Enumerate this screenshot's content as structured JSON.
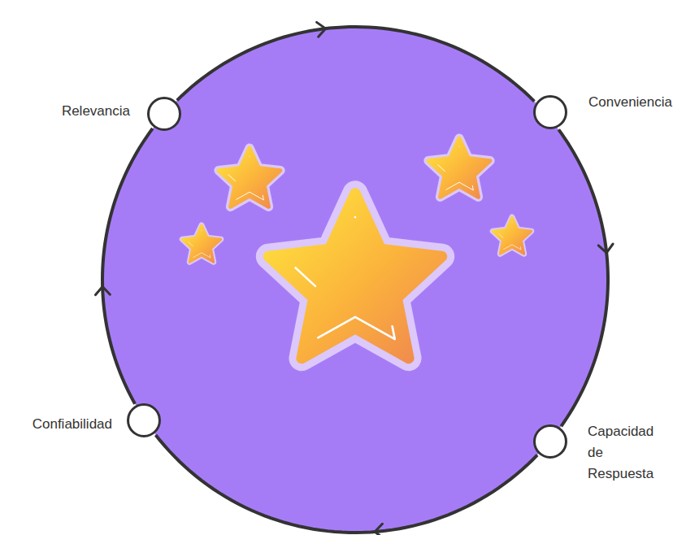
{
  "diagram": {
    "nodes": [
      {
        "text": [
          "Relevancia"
        ]
      },
      {
        "text": [
          "Conveniencia"
        ]
      },
      {
        "text": [
          "Capacidad de Respuesta"
        ]
      },
      {
        "text": [
          "Confiabilidad"
        ]
      }
    ],
    "edges": [
      {
        "from": 0,
        "to": 1,
        "arrow": "to"
      },
      {
        "from": 1,
        "to": 2,
        "arrow": "to"
      },
      {
        "from": 2,
        "to": 3,
        "arrow": "to"
      },
      {
        "from": 3,
        "to": 0,
        "arrow": "to"
      }
    ]
  }
}
